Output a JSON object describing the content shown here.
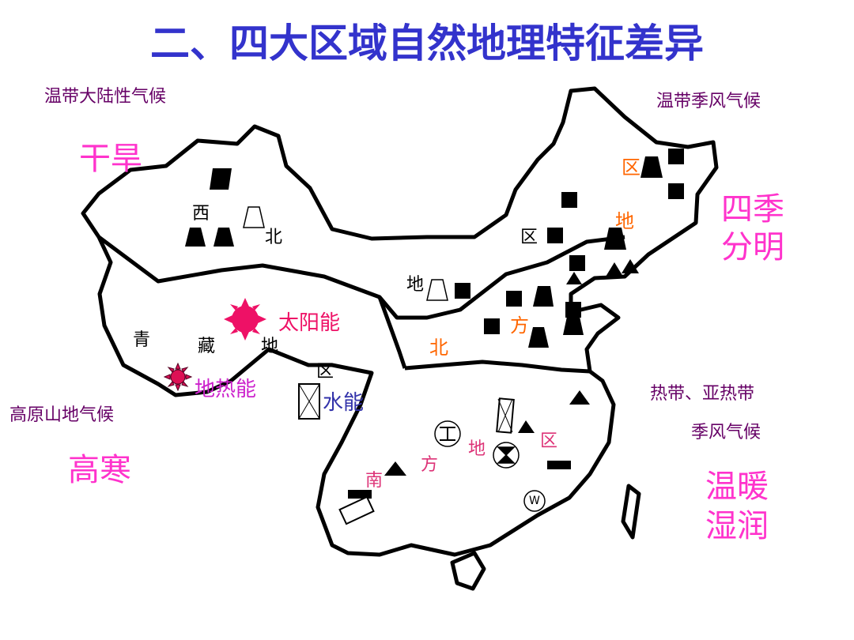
{
  "title": "二、四大区域自然地理特征差异",
  "northwest": {
    "climate": "温带大陆性气候",
    "feature": "干旱",
    "labels": [
      "西",
      "北"
    ],
    "label_region": "地",
    "label_region2": "区"
  },
  "north": {
    "climate": "温带季风气候",
    "feature_line1": "四季",
    "feature_line2": "分明",
    "labels": [
      "北",
      "方",
      "地",
      "区"
    ]
  },
  "tibet": {
    "climate": "高原山地气候",
    "feature": "高寒",
    "labels": [
      "青",
      "藏",
      "地",
      "区"
    ],
    "energy_solar": "太阳能",
    "energy_geothermal": "地热能",
    "energy_hydro": "水能"
  },
  "south": {
    "climate_line1": "热带、亚热带",
    "climate_line2": "季风气候",
    "feature_line1": "温暖",
    "feature_line2": "湿润",
    "labels": [
      "南",
      "方",
      "地",
      "区"
    ],
    "symbol_w": "W"
  },
  "colors": {
    "title": "#3333cc",
    "feature": "#ff33cc",
    "climate": "#660066",
    "north_label": "#ff6600",
    "south_label": "#dd3377",
    "solar": "#ee1166",
    "hydro": "#3333aa"
  }
}
